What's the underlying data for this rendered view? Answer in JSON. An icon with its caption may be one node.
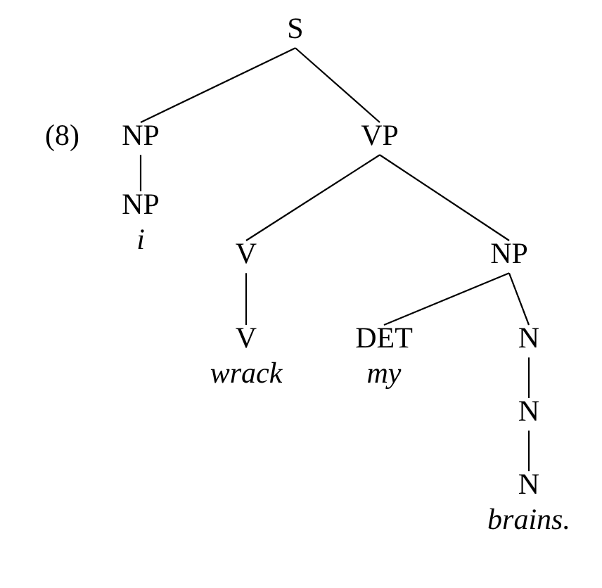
{
  "diagram": {
    "nodes": [
      {
        "text": [
          "S"
        ]
      },
      {
        "text": [
          "NP"
        ]
      },
      {
        "text": [
          "VP"
        ]
      },
      {
        "text": [
          "NP"
        ],
        "beside": [
          "i"
        ]
      },
      {
        "text": [
          "V"
        ]
      },
      {
        "text": [
          "NP"
        ]
      },
      {
        "text": [
          "V"
        ],
        "beside": [
          "wrack"
        ]
      },
      {
        "text": [
          "DET"
        ],
        "beside": [
          "my"
        ]
      },
      {
        "text": [
          "N"
        ]
      },
      {
        "text": [
          "N"
        ]
      },
      {
        "text": [
          "N"
        ],
        "beside": [
          "brains."
        ]
      }
    ],
    "edges": [
      {
        "from": 0,
        "to": 1,
        "arrow": "none"
      },
      {
        "from": 0,
        "to": 2,
        "arrow": "none"
      },
      {
        "from": 1,
        "to": 3,
        "arrow": "none"
      },
      {
        "from": 2,
        "to": 4,
        "arrow": "none"
      },
      {
        "from": 2,
        "to": 5,
        "arrow": "none"
      },
      {
        "from": 4,
        "to": 6,
        "arrow": "none"
      },
      {
        "from": 5,
        "to": 7,
        "arrow": "none"
      },
      {
        "from": 5,
        "to": 8,
        "arrow": "none"
      },
      {
        "from": 8,
        "to": 9,
        "arrow": "none"
      },
      {
        "from": 9,
        "to": 10,
        "arrow": "none"
      }
    ],
    "labels": [
      "(8)"
    ]
  }
}
